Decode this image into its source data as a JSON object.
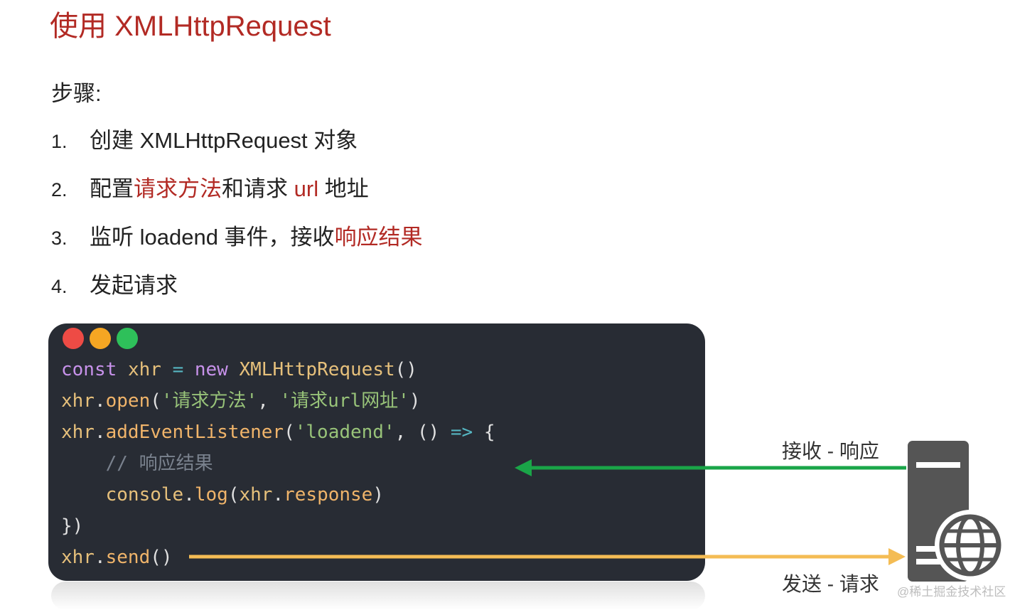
{
  "title": "使用 XMLHttpRequest",
  "steps_label": "步骤:",
  "steps": [
    {
      "num": "1.",
      "parts": [
        "创建 XMLHttpRequest 对象"
      ]
    },
    {
      "num": "2.",
      "parts": [
        "配置",
        "请求方法",
        "和请求 ",
        "url",
        " 地址"
      ]
    },
    {
      "num": "3.",
      "parts": [
        "监听 loadend 事件，接收",
        "响应结果"
      ]
    },
    {
      "num": "4.",
      "parts": [
        "发起请求"
      ]
    }
  ],
  "code": {
    "l1": {
      "kw": "const",
      "var": "xhr",
      "op": "=",
      "kw2": "new",
      "cls": "XMLHttpRequest",
      "paren": "()"
    },
    "l2": {
      "var": "xhr",
      "dot": ".",
      "fn": "open",
      "open": "(",
      "s1": "'请求方法'",
      "comma": ", ",
      "s2": "'请求url网址'",
      "close": ")"
    },
    "l3": {
      "var": "xhr",
      "dot": ".",
      "fn": "addEventListener",
      "open": "(",
      "s1": "'loadend'",
      "comma": ", ",
      "paren": "()",
      "arrow": "=>",
      "brace": "{"
    },
    "l4": {
      "cmt": "// 响应结果"
    },
    "l5": {
      "var": "console",
      "dot": ".",
      "fn": "log",
      "open": "(",
      "arg1": "xhr",
      "dot2": ".",
      "arg2": "response",
      "close": ")"
    },
    "l6": {
      "text": "})"
    },
    "l7": {
      "var": "xhr",
      "dot": ".",
      "fn": "send",
      "paren": "()"
    }
  },
  "labels": {
    "receive": "接收 - 响应",
    "send": "发送 - 请求"
  },
  "watermark": "@稀土掘金技术社区",
  "colors": {
    "accent": "#b22a24",
    "code_bg": "#282c34",
    "dot_red": "#ee4b45",
    "dot_orange": "#f5a623",
    "dot_green": "#2ec05a",
    "arrow_green": "#1aa548",
    "arrow_orange": "#f4bc54",
    "server": "#555555"
  },
  "icons": [
    "server-icon",
    "globe-icon",
    "window-dot-red",
    "window-dot-orange",
    "window-dot-green"
  ]
}
